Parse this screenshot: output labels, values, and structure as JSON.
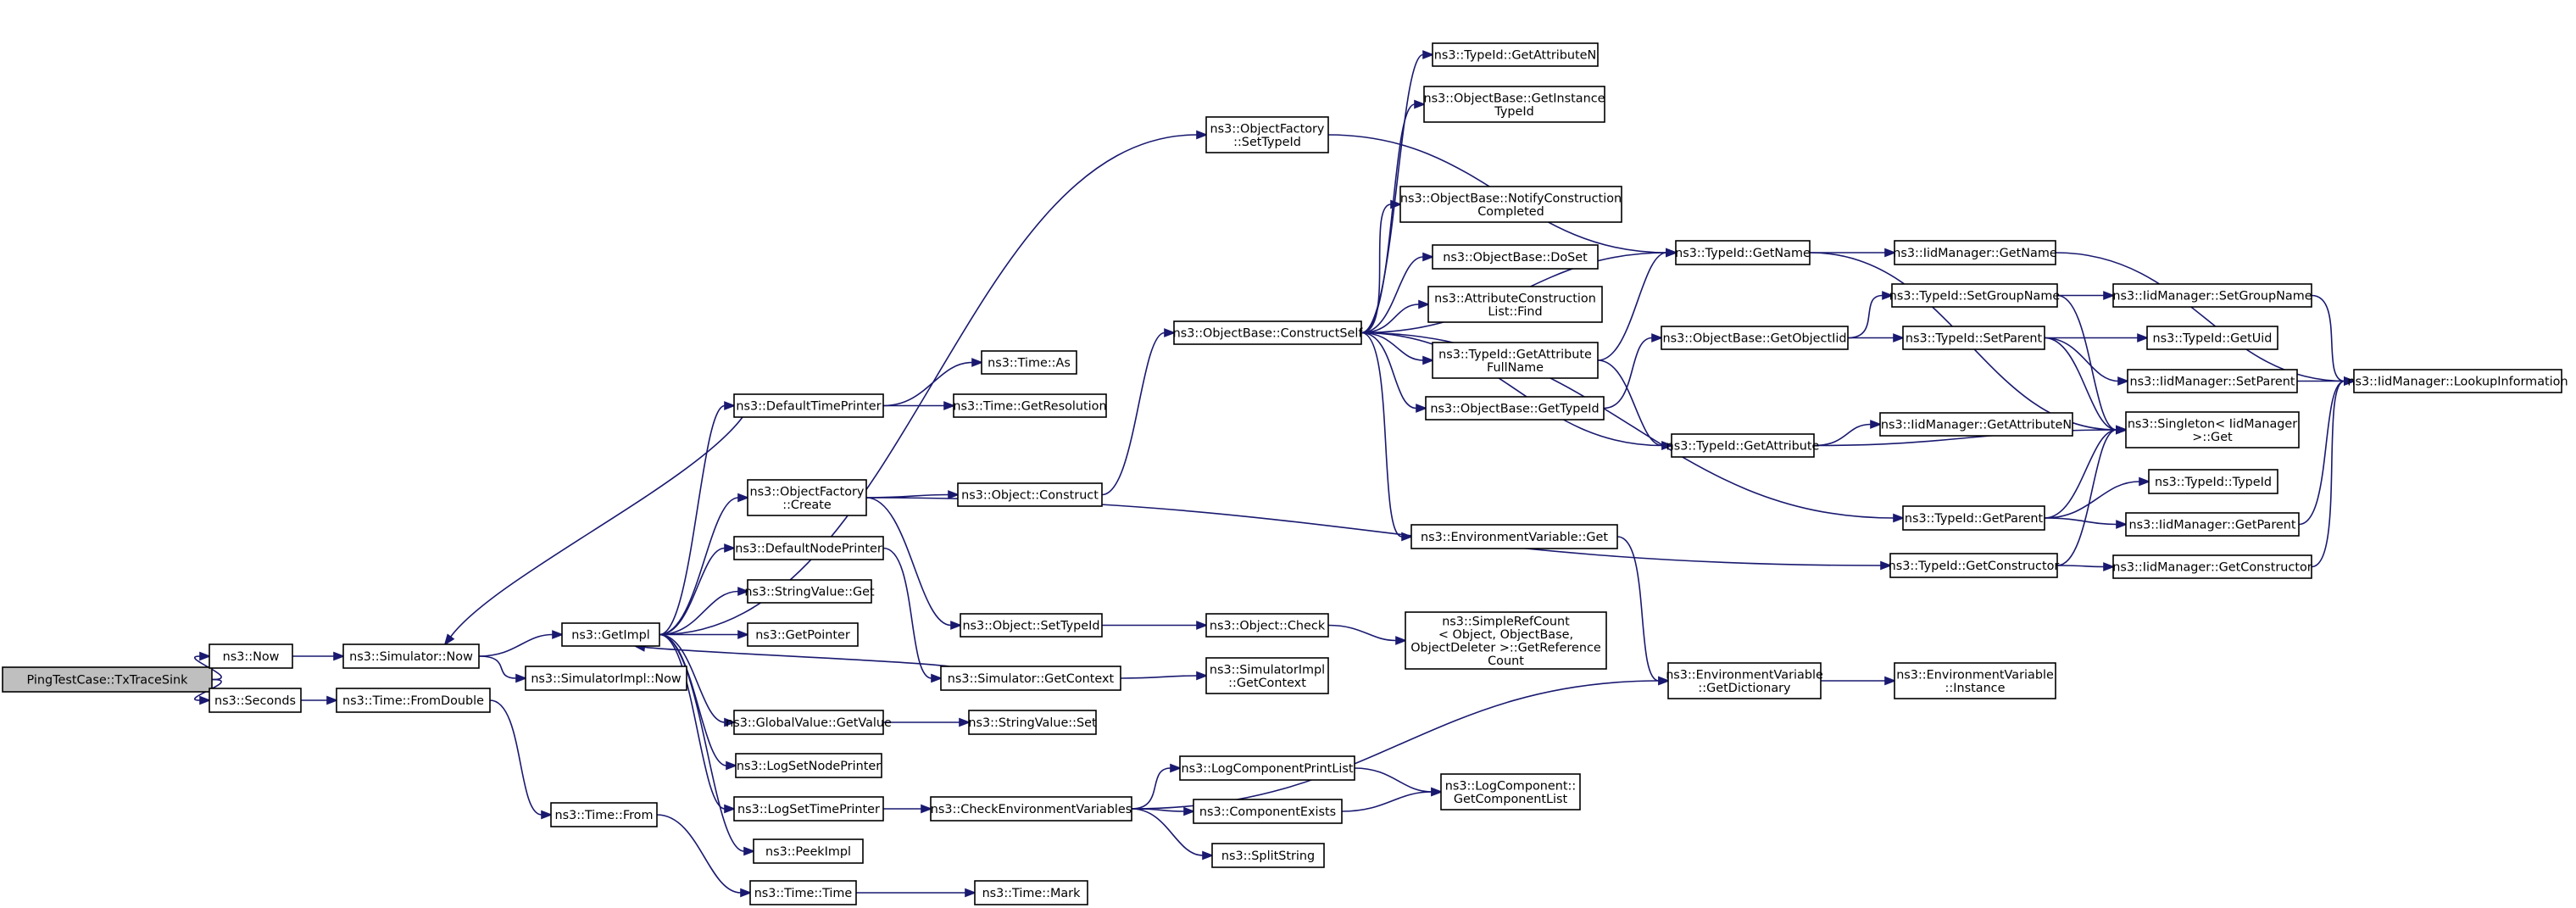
{
  "colors": {
    "edge": "#191970",
    "node_border": "#000000",
    "root_fill": "#bfbfbf",
    "node_fill": "#ffffff"
  },
  "nodes": [
    {
      "id": "ping",
      "lines": [
        "PingTestCase::TxTraceSink"
      ],
      "root": true
    },
    {
      "id": "now",
      "lines": [
        "ns3::Now"
      ]
    },
    {
      "id": "seconds",
      "lines": [
        "ns3::Seconds"
      ]
    },
    {
      "id": "simnow",
      "lines": [
        "ns3::Simulator::Now"
      ]
    },
    {
      "id": "fromdouble",
      "lines": [
        "ns3::Time::FromDouble"
      ]
    },
    {
      "id": "getimpl",
      "lines": [
        "ns3::GetImpl"
      ]
    },
    {
      "id": "simimplnow",
      "lines": [
        "ns3::SimulatorImpl::Now"
      ]
    },
    {
      "id": "timefrom",
      "lines": [
        "ns3::Time::From"
      ]
    },
    {
      "id": "timetime",
      "lines": [
        "ns3::Time::Time"
      ]
    },
    {
      "id": "timemark",
      "lines": [
        "ns3::Time::Mark"
      ]
    },
    {
      "id": "dtp",
      "lines": [
        "ns3::DefaultTimePrinter"
      ]
    },
    {
      "id": "timeas",
      "lines": [
        "ns3::Time::As"
      ]
    },
    {
      "id": "getres",
      "lines": [
        "ns3::Time::GetResolution"
      ]
    },
    {
      "id": "ofcreate",
      "lines": [
        "ns3::ObjectFactory",
        "::Create"
      ]
    },
    {
      "id": "objconstruct",
      "lines": [
        "ns3::Object::Construct"
      ]
    },
    {
      "id": "dnp",
      "lines": [
        "ns3::DefaultNodePrinter"
      ]
    },
    {
      "id": "svget",
      "lines": [
        "ns3::StringValue::Get"
      ]
    },
    {
      "id": "getpointer",
      "lines": [
        "ns3::GetPointer"
      ]
    },
    {
      "id": "objsettypeid",
      "lines": [
        "ns3::Object::SetTypeId"
      ]
    },
    {
      "id": "objcheck",
      "lines": [
        "ns3::Object::Check"
      ]
    },
    {
      "id": "simrefcount",
      "lines": [
        "ns3::SimpleRefCount",
        "< Object, ObjectBase,",
        "ObjectDeleter >::GetReference",
        "Count"
      ]
    },
    {
      "id": "simgetctx",
      "lines": [
        "ns3::Simulator::GetContext"
      ]
    },
    {
      "id": "simimplgetctx",
      "lines": [
        "ns3::SimulatorImpl",
        "::GetContext"
      ]
    },
    {
      "id": "gvgetvalue",
      "lines": [
        "ns3::GlobalValue::GetValue"
      ]
    },
    {
      "id": "svset",
      "lines": [
        "ns3::StringValue::Set"
      ]
    },
    {
      "id": "logsetnode",
      "lines": [
        "ns3::LogSetNodePrinter"
      ]
    },
    {
      "id": "logsettime",
      "lines": [
        "ns3::LogSetTimePrinter"
      ]
    },
    {
      "id": "checkenv",
      "lines": [
        "ns3::CheckEnvironmentVariables"
      ]
    },
    {
      "id": "peekimpl",
      "lines": [
        "ns3::PeekImpl"
      ]
    },
    {
      "id": "lcprintlist",
      "lines": [
        "ns3::LogComponentPrintList"
      ]
    },
    {
      "id": "compexists",
      "lines": [
        "ns3::ComponentExists"
      ]
    },
    {
      "id": "splitstring",
      "lines": [
        "ns3::SplitString"
      ]
    },
    {
      "id": "lcgetlist",
      "lines": [
        "ns3::LogComponent::",
        "GetComponentList"
      ]
    },
    {
      "id": "ofsettypeid",
      "lines": [
        "ns3::ObjectFactory",
        "::SetTypeId"
      ]
    },
    {
      "id": "obconstructself",
      "lines": [
        "ns3::ObjectBase::ConstructSelf"
      ]
    },
    {
      "id": "tidgetattrn",
      "lines": [
        "ns3::TypeId::GetAttributeN"
      ]
    },
    {
      "id": "obgetinst",
      "lines": [
        "ns3::ObjectBase::GetInstance",
        "TypeId"
      ]
    },
    {
      "id": "obnotify",
      "lines": [
        "ns3::ObjectBase::NotifyConstruction",
        "Completed"
      ]
    },
    {
      "id": "obdoset",
      "lines": [
        "ns3::ObjectBase::DoSet"
      ]
    },
    {
      "id": "acfind",
      "lines": [
        "ns3::AttributeConstruction",
        "List::Find"
      ]
    },
    {
      "id": "tidgetattrfull",
      "lines": [
        "ns3::TypeId::GetAttribute",
        "FullName"
      ]
    },
    {
      "id": "obgettypeid",
      "lines": [
        "ns3::ObjectBase::GetTypeId"
      ]
    },
    {
      "id": "envget",
      "lines": [
        "ns3::EnvironmentVariable::Get"
      ]
    },
    {
      "id": "tidgetname",
      "lines": [
        "ns3::TypeId::GetName"
      ]
    },
    {
      "id": "obgetobjtid",
      "lines": [
        "ns3::ObjectBase::GetObjectIid"
      ]
    },
    {
      "id": "tidgetattr",
      "lines": [
        "ns3::TypeId::GetAttribute"
      ]
    },
    {
      "id": "tidgetparent",
      "lines": [
        "ns3::TypeId::GetParent"
      ]
    },
    {
      "id": "tidgetctor",
      "lines": [
        "ns3::TypeId::GetConstructor"
      ]
    },
    {
      "id": "envgetdict",
      "lines": [
        "ns3::EnvironmentVariable",
        "::GetDictionary"
      ]
    },
    {
      "id": "envinst",
      "lines": [
        "ns3::EnvironmentVariable",
        "::Instance"
      ]
    },
    {
      "id": "iidgetname",
      "lines": [
        "ns3::IidManager::GetName"
      ]
    },
    {
      "id": "tidsetgroup",
      "lines": [
        "ns3::TypeId::SetGroupName"
      ]
    },
    {
      "id": "tidsetparent",
      "lines": [
        "ns3::TypeId::SetParent"
      ]
    },
    {
      "id": "iidgetattrn",
      "lines": [
        "ns3::IidManager::GetAttributeN"
      ]
    },
    {
      "id": "singleton",
      "lines": [
        "ns3::Singleton< IidManager",
        ">::Get"
      ]
    },
    {
      "id": "tidtypeid",
      "lines": [
        "ns3::TypeId::TypeId"
      ]
    },
    {
      "id": "iidsetgroup",
      "lines": [
        "ns3::IidManager::SetGroupName"
      ]
    },
    {
      "id": "tidgetuid",
      "lines": [
        "ns3::TypeId::GetUid"
      ]
    },
    {
      "id": "iidsetparent",
      "lines": [
        "ns3::IidManager::SetParent"
      ]
    },
    {
      "id": "iidgetparent",
      "lines": [
        "ns3::IidManager::GetParent"
      ]
    },
    {
      "id": "iidgetctor",
      "lines": [
        "ns3::IidManager::GetConstructor"
      ]
    },
    {
      "id": "iidlookup",
      "lines": [
        "ns3::IidManager::LookupInformation"
      ]
    }
  ],
  "edges": [
    [
      "ping",
      "now"
    ],
    [
      "ping",
      "seconds"
    ],
    [
      "now",
      "simnow"
    ],
    [
      "seconds",
      "fromdouble"
    ],
    [
      "simnow",
      "getimpl"
    ],
    [
      "simnow",
      "simimplnow"
    ],
    [
      "fromdouble",
      "timefrom"
    ],
    [
      "timefrom",
      "timetime"
    ],
    [
      "timetime",
      "timemark"
    ],
    [
      "getimpl",
      "dtp"
    ],
    [
      "getimpl",
      "ofcreate"
    ],
    [
      "getimpl",
      "dnp"
    ],
    [
      "getimpl",
      "svget"
    ],
    [
      "getimpl",
      "getpointer"
    ],
    [
      "getimpl",
      "gvgetvalue"
    ],
    [
      "getimpl",
      "logsetnode"
    ],
    [
      "getimpl",
      "logsettime"
    ],
    [
      "getimpl",
      "peekimpl"
    ],
    [
      "getimpl",
      "ofsettypeid"
    ],
    [
      "dtp",
      "timeas"
    ],
    [
      "dtp",
      "getres"
    ],
    [
      "dtp",
      "simnow"
    ],
    [
      "ofcreate",
      "objconstruct"
    ],
    [
      "ofcreate",
      "objsettypeid"
    ],
    [
      "ofcreate",
      "tidgetctor"
    ],
    [
      "dnp",
      "simgetctx"
    ],
    [
      "simgetctx",
      "getimpl"
    ],
    [
      "simgetctx",
      "simimplgetctx"
    ],
    [
      "objsettypeid",
      "objcheck"
    ],
    [
      "objcheck",
      "simrefcount"
    ],
    [
      "gvgetvalue",
      "svset"
    ],
    [
      "logsettime",
      "checkenv"
    ],
    [
      "checkenv",
      "lcprintlist"
    ],
    [
      "checkenv",
      "compexists"
    ],
    [
      "checkenv",
      "splitstring"
    ],
    [
      "checkenv",
      "envgetdict"
    ],
    [
      "lcprintlist",
      "lcgetlist"
    ],
    [
      "compexists",
      "lcgetlist"
    ],
    [
      "objconstruct",
      "obconstructself"
    ],
    [
      "ofsettypeid",
      "tidgetname"
    ],
    [
      "obconstructself",
      "tidgetattrn"
    ],
    [
      "obconstructself",
      "obgetinst"
    ],
    [
      "obconstructself",
      "obnotify"
    ],
    [
      "obconstructself",
      "obdoset"
    ],
    [
      "obconstructself",
      "acfind"
    ],
    [
      "obconstructself",
      "tidgetattrfull"
    ],
    [
      "obconstructself",
      "obgettypeid"
    ],
    [
      "obconstructself",
      "envget"
    ],
    [
      "obconstructself",
      "tidgetname"
    ],
    [
      "obconstructself",
      "tidgetattr"
    ],
    [
      "obconstructself",
      "tidgetparent"
    ],
    [
      "tidgetattrfull",
      "tidgetname"
    ],
    [
      "tidgetattrfull",
      "tidgetattr"
    ],
    [
      "obgettypeid",
      "obgetobjtid"
    ],
    [
      "obgetobjtid",
      "tidsetgroup"
    ],
    [
      "obgetobjtid",
      "tidsetparent"
    ],
    [
      "envget",
      "envgetdict"
    ],
    [
      "envgetdict",
      "envinst"
    ],
    [
      "tidgetname",
      "iidgetname"
    ],
    [
      "tidgetname",
      "singleton"
    ],
    [
      "tidgetattr",
      "iidgetattrn"
    ],
    [
      "tidgetattr",
      "singleton"
    ],
    [
      "tidgetparent",
      "singleton"
    ],
    [
      "tidgetparent",
      "tidtypeid"
    ],
    [
      "tidgetparent",
      "iidgetparent"
    ],
    [
      "tidgetctor",
      "singleton"
    ],
    [
      "tidgetctor",
      "iidgetctor"
    ],
    [
      "tidsetgroup",
      "iidsetgroup"
    ],
    [
      "tidsetgroup",
      "singleton"
    ],
    [
      "tidsetparent",
      "tidgetuid"
    ],
    [
      "tidsetparent",
      "iidsetparent"
    ],
    [
      "tidsetparent",
      "singleton"
    ],
    [
      "iidgetname",
      "iidlookup"
    ],
    [
      "iidsetgroup",
      "iidlookup"
    ],
    [
      "iidsetparent",
      "iidlookup"
    ],
    [
      "iidgetparent",
      "iidlookup"
    ],
    [
      "iidgetctor",
      "iidlookup"
    ]
  ]
}
